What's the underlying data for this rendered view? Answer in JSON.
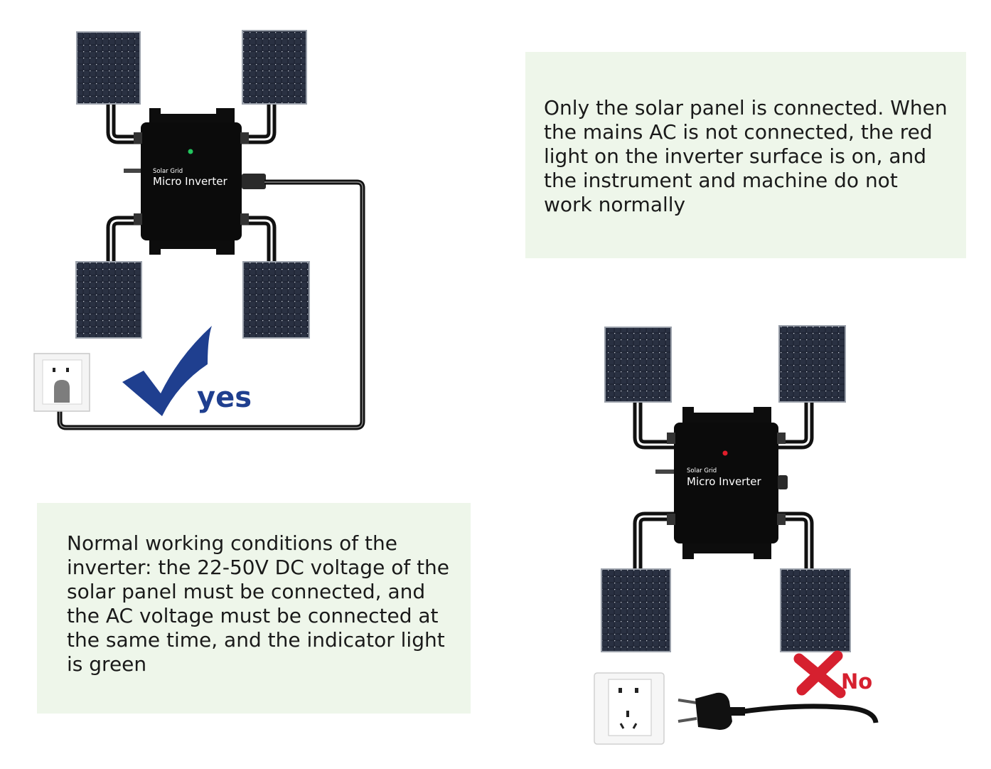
{
  "notes": {
    "ac_not_connected": "Only the solar panel is connected. When\nthe mains AC is not connected, the red\nlight on the inverter surface is on, and\nthe instrument and machine do not\nwork normally",
    "normal_working": "Normal working conditions of the\ninverter: the 22-50V DC voltage of the\nsolar panel must be connected, and\nthe AC voltage must be connected at\nthe same time, and the indicator light\n is green"
  },
  "diagram_correct": {
    "inverter_small_label": "Solar Grid",
    "inverter_label": "Micro Inverter",
    "status_word": "yes",
    "indicator_color": "#22c55e",
    "mark_color": "#1f3f8f"
  },
  "diagram_incorrect": {
    "inverter_small_label": "Solar Grid",
    "inverter_label": "Micro Inverter",
    "status_word": "No",
    "indicator_color": "#e11d2a",
    "mark_color": "#d6202f"
  },
  "icons": [
    "solar-panel-icon",
    "micro-inverter-icon",
    "wall-socket-icon",
    "plug-icon",
    "check-mark-icon",
    "cross-mark-icon"
  ]
}
